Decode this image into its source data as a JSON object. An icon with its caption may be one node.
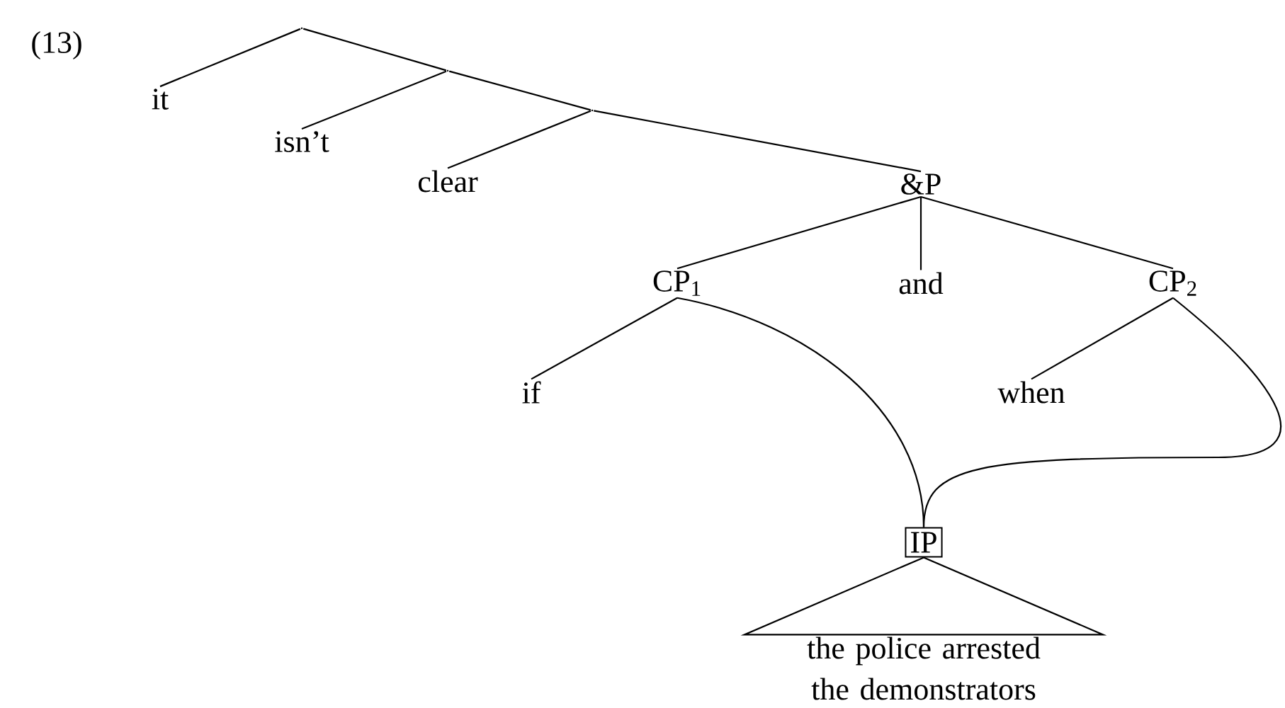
{
  "diagram": {
    "nodes": [
      {
        "text": [],
        "shape": "point"
      },
      {
        "text": [
          "it"
        ]
      },
      {
        "text": [],
        "shape": "point"
      },
      {
        "text": [
          "isn’t"
        ]
      },
      {
        "text": [],
        "shape": "point"
      },
      {
        "text": [
          "clear"
        ]
      },
      {
        "text": [
          "&P"
        ]
      },
      {
        "text": [
          "CP$_{1}$"
        ]
      },
      {
        "text": [
          "and"
        ]
      },
      {
        "text": [
          "CP$_{2}$"
        ]
      },
      {
        "text": [
          "if"
        ]
      },
      {
        "text": [
          "when"
        ]
      },
      {
        "text": [
          "IP"
        ]
      },
      {
        "text": [
          "the police arrested the demonstrators"
        ]
      }
    ],
    "edges": [
      {
        "from": 0,
        "to": 1,
        "arrow": "none"
      },
      {
        "from": 0,
        "to": 2,
        "arrow": "none"
      },
      {
        "from": 2,
        "to": 3,
        "arrow": "none"
      },
      {
        "from": 2,
        "to": 4,
        "arrow": "none"
      },
      {
        "from": 4,
        "to": 5,
        "arrow": "none"
      },
      {
        "from": 4,
        "to": 6,
        "arrow": "none"
      },
      {
        "from": 6,
        "to": 7,
        "arrow": "none"
      },
      {
        "from": 6,
        "to": 8,
        "arrow": "none"
      },
      {
        "from": 6,
        "to": 9,
        "arrow": "none"
      },
      {
        "from": 7,
        "to": 10,
        "arrow": "none"
      },
      {
        "from": 7,
        "to": 12,
        "arrow": "none"
      },
      {
        "from": 9,
        "to": 11,
        "arrow": "none"
      },
      {
        "from": 9,
        "to": 12,
        "arrow": "none"
      },
      {
        "from": 12,
        "to": 13,
        "arrow": "none"
      }
    ],
    "labels": [
      "(13)"
    ]
  }
}
